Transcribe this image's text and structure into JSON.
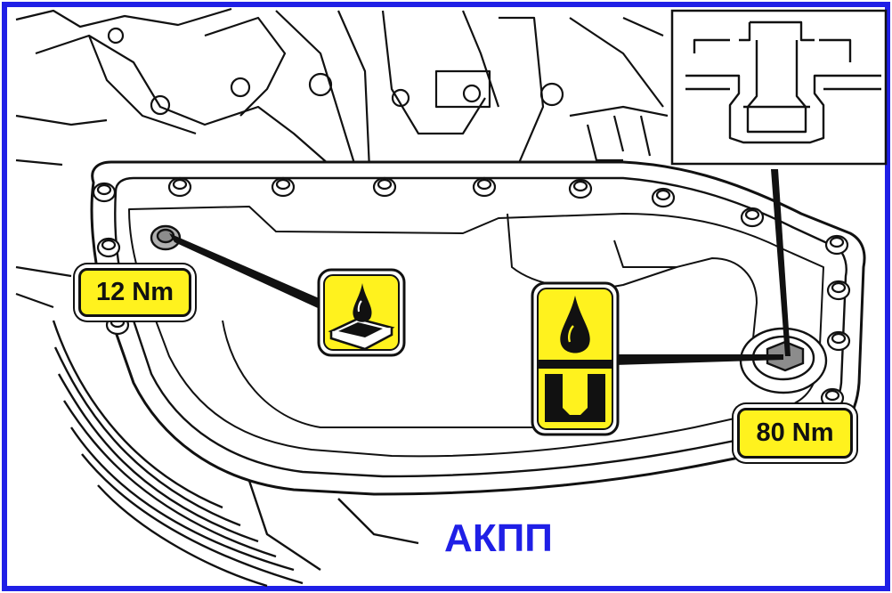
{
  "labels": {
    "fill_plug_torque": "12 Nm",
    "drain_plug_torque": "80 Nm"
  },
  "caption": "АКПП",
  "icons": {
    "fill_plug": "oil-level-fill-icon",
    "drain_plug": "oil-drain-icon",
    "detail": "drain-plug-detail-inset"
  },
  "colors": {
    "border": "#1f1fe6",
    "label_fill": "#fff21e",
    "caption": "#1f1fe6",
    "line": "#111111",
    "plug": "#8c8c8c"
  }
}
